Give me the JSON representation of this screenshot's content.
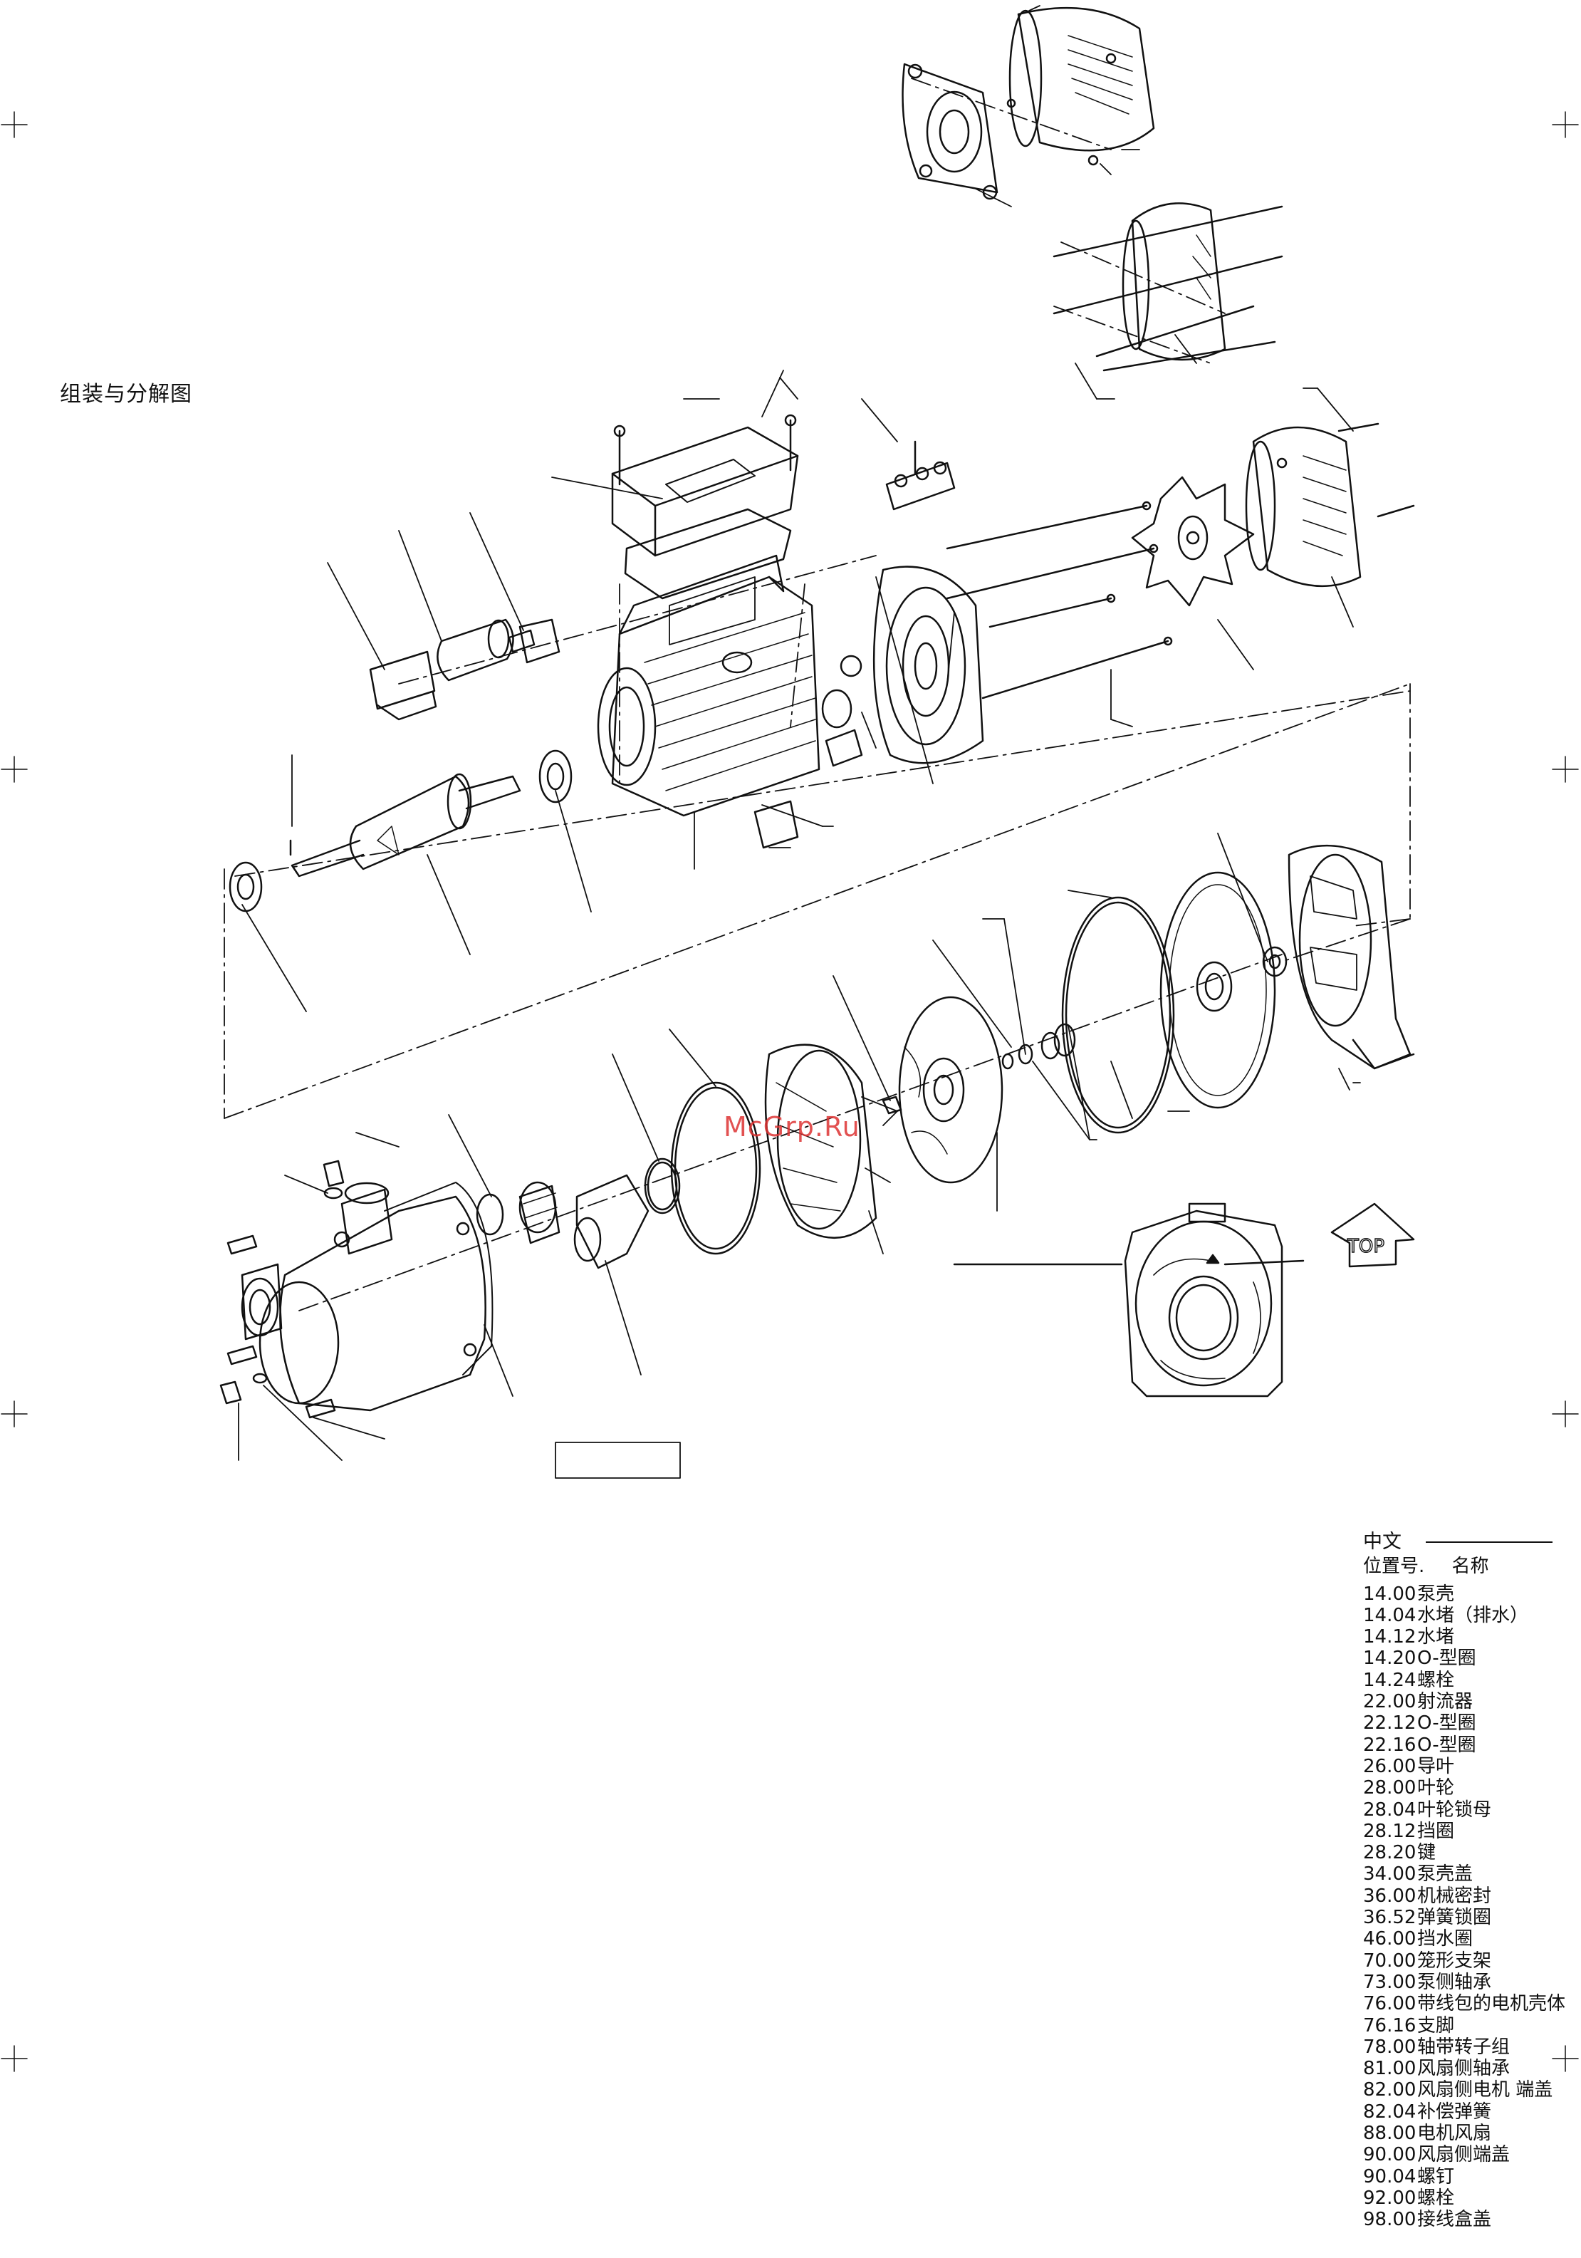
{
  "title": "组装与分解图",
  "watermark": "McGrp.Ru",
  "top_badge": "TOP",
  "parts_list": {
    "language": "中文",
    "col_position": "位置号.",
    "col_name": "名称",
    "items": [
      {
        "num": "14.00",
        "name": "泵壳"
      },
      {
        "num": "14.04",
        "name": "水堵（排水）"
      },
      {
        "num": "14.12",
        "name": "水堵"
      },
      {
        "num": "14.20",
        "name": "O-型圈"
      },
      {
        "num": "14.24",
        "name": "螺栓"
      },
      {
        "num": "22.00",
        "name": "射流器"
      },
      {
        "num": "22.12",
        "name": "O-型圈"
      },
      {
        "num": "22.16",
        "name": "O-型圈"
      },
      {
        "num": "26.00",
        "name": "导叶"
      },
      {
        "num": "28.00",
        "name": "叶轮"
      },
      {
        "num": "28.04",
        "name": "叶轮锁母"
      },
      {
        "num": "28.12",
        "name": "挡圈"
      },
      {
        "num": "28.20",
        "name": "键"
      },
      {
        "num": "34.00",
        "name": "泵壳盖"
      },
      {
        "num": "36.00",
        "name": "机械密封"
      },
      {
        "num": "36.52",
        "name": "弹簧锁圈"
      },
      {
        "num": "46.00",
        "name": "挡水圈"
      },
      {
        "num": "70.00",
        "name": "笼形支架"
      },
      {
        "num": "73.00",
        "name": "泵侧轴承"
      },
      {
        "num": "76.00",
        "name": "带线包的电机壳体"
      },
      {
        "num": "76.16",
        "name": "支脚"
      },
      {
        "num": "78.00",
        "name": "轴带转子组"
      },
      {
        "num": "81.00",
        "name": "风扇侧轴承"
      },
      {
        "num": "82.00",
        "name": "风扇侧电机 端盖"
      },
      {
        "num": "82.04",
        "name": "补偿弹簧"
      },
      {
        "num": "88.00",
        "name": "电机风扇"
      },
      {
        "num": "90.00",
        "name": "风扇侧端盖"
      },
      {
        "num": "90.04",
        "name": "螺钉"
      },
      {
        "num": "92.00",
        "name": "螺栓"
      },
      {
        "num": "98.00",
        "name": "接线盒盖"
      }
    ]
  }
}
